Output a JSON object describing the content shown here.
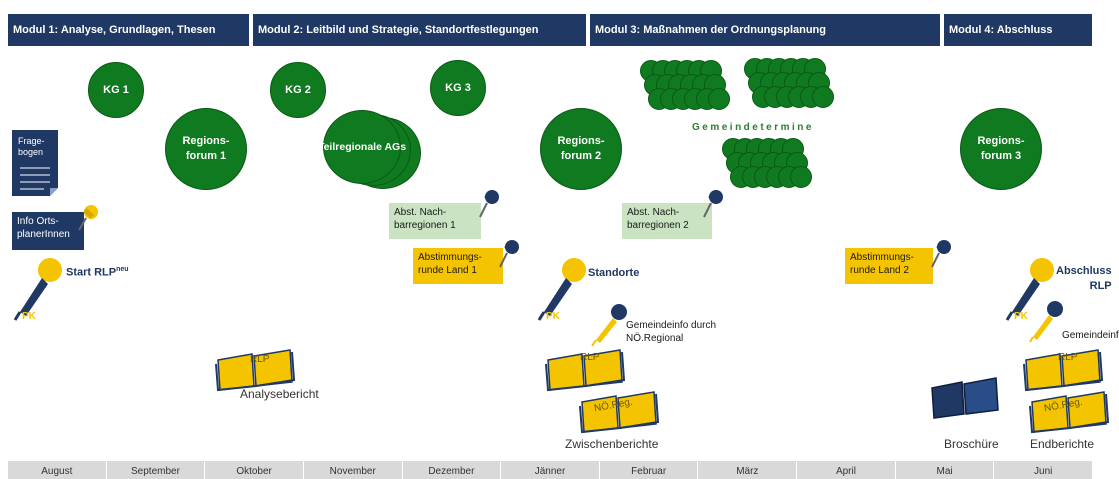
{
  "modules": [
    {
      "label": "Modul 1: Analyse, Grundlagen, Thesen"
    },
    {
      "label": "Modul 2: Leitbild und Strategie, Standortfestlegungen"
    },
    {
      "label": "Modul 3: Maßnahmen der Ordnungsplanung"
    },
    {
      "label": "Modul 4: Abschluss"
    }
  ],
  "kg": [
    {
      "label": "KG 1"
    },
    {
      "label": "KG 2"
    },
    {
      "label": "KG 3"
    }
  ],
  "regionsforum": [
    {
      "line1": "Regions-",
      "line2": "forum 1"
    },
    {
      "line1": "Regions-",
      "line2": "forum 2"
    },
    {
      "line1": "Regions-",
      "line2": "forum 3"
    }
  ],
  "teilregionale": "Teilregionale AGs",
  "gemeindetermine": "Gemeindetermine",
  "fragebogen": {
    "line1": "Frage-",
    "line2": "bogen"
  },
  "info_ortsplaner": {
    "line1": "Info Orts-",
    "line2": "planerInnen"
  },
  "abst": [
    {
      "line1": "Abst. Nach-",
      "line2": "barregionen 1"
    },
    {
      "line1": "Abst.  Nach-",
      "line2": "barregionen 2"
    }
  ],
  "abstimmungsrunde": [
    {
      "line1": "Abstimmungs-",
      "line2": "runde Land 1"
    },
    {
      "line1": "Abstimmungs-",
      "line2": "runde Land 2"
    }
  ],
  "start": {
    "text": "Start RLP",
    "sup": "neu"
  },
  "pk": "PK",
  "standorte": "Standorte",
  "abschluss": {
    "line1": "Abschluss",
    "line2": "RLP"
  },
  "gemeindeinfo": {
    "line1": "Gemeindeinfo durch",
    "line2": "NÖ.Regional"
  },
  "gemeindeinfo_short": "Gemeindeinfo",
  "book_labels": {
    "rlp": "RLP",
    "noe": "NÖ.Reg."
  },
  "analysebericht": "Analysebericht",
  "zwischenberichte": "Zwischenberichte",
  "broschuere": "Broschüre",
  "endberichte": "Endberichte",
  "months": [
    "August",
    "September",
    "Oktober",
    "November",
    "Dezember",
    "Jänner",
    "Februar",
    "März",
    "April",
    "Mai",
    "Juni"
  ],
  "colors": {
    "navy": "#1f3864",
    "green": "#0f7a1f",
    "yellow": "#f5c400",
    "light_green": "#c9e3c3",
    "timeline": "#d9d9d9"
  },
  "icons": [
    "microphone-icon",
    "pushpin-icon",
    "book-icon",
    "document-icon"
  ]
}
